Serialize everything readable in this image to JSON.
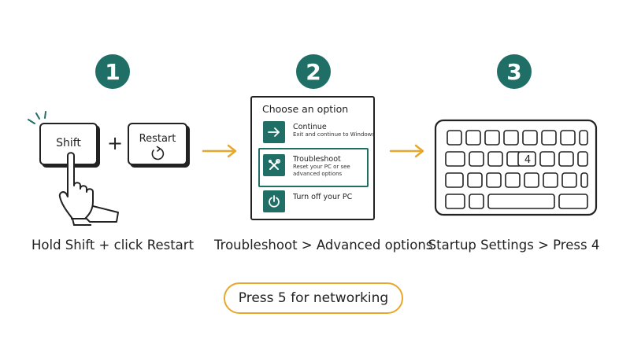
{
  "steps": [
    {
      "number": "1",
      "caption": "Hold Shift + click Restart"
    },
    {
      "number": "2",
      "caption": "Troubleshoot > Advanced options"
    },
    {
      "number": "3",
      "caption": "Startup Settings > Press 4"
    }
  ],
  "step1": {
    "shift_key": "Shift",
    "plus": "+",
    "restart_key": "Restart"
  },
  "step2": {
    "menu_title": "Choose an option",
    "options": [
      {
        "label": "Continue",
        "desc": [
          "Exit and continue to Windows"
        ],
        "icon": "arrow-right-icon"
      },
      {
        "label": "Troubleshoot",
        "desc": [
          "Reset your PC or see",
          "advanced options"
        ],
        "icon": "tools-icon"
      },
      {
        "label": "Turn off your PC",
        "desc": [],
        "icon": "power-icon"
      }
    ]
  },
  "step3": {
    "highlight_key": "4"
  },
  "tip": "Press 5 for networking",
  "colors": {
    "accent": "#1f6f67",
    "arrow": "#e6a72a",
    "ink": "#222222"
  }
}
